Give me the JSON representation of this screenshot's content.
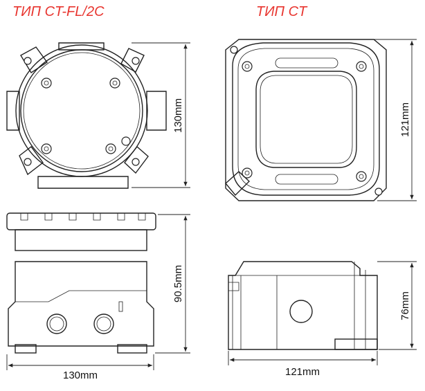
{
  "titles": {
    "left": "ТИП CT-FL/2C",
    "right": "ТИП CT"
  },
  "dimensions": {
    "left_top_height": "130mm",
    "left_side_height": "90.5mm",
    "left_width": "130mm",
    "right_top_height": "121mm",
    "right_side_height": "76mm",
    "right_width": "121mm"
  },
  "colors": {
    "title": "#e8352f",
    "line": "#222222"
  }
}
